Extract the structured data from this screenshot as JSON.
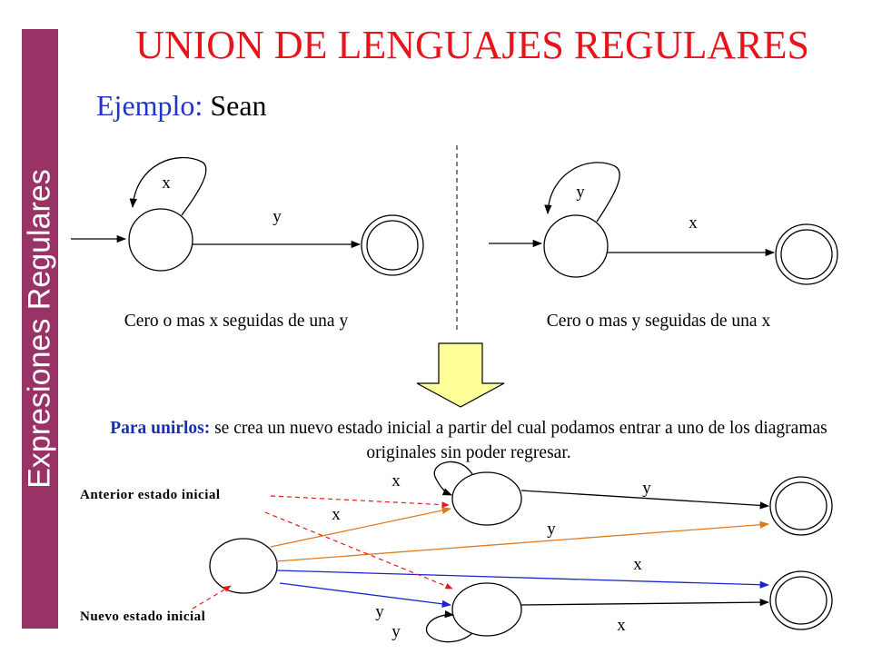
{
  "sidebar": {
    "text": "Expresiones Regulares",
    "color": "#993366"
  },
  "title": {
    "text": "UNION DE LENGUAJES REGULARES",
    "color": "#e8141c"
  },
  "subtitle": {
    "label": "Ejemplo:",
    "word": "Sean"
  },
  "automaton_left": {
    "loop_label": "x",
    "edge_label": "y",
    "caption": "Cero o mas x seguidas de una y"
  },
  "automaton_right": {
    "loop_label": "y",
    "edge_label": "x",
    "caption": "Cero o mas y seguidas de una x"
  },
  "explanation": {
    "bold": "Para unirlos:",
    "text": "se crea un nuevo estado inicial a partir del cual podamos entrar a uno de los diagramas originales sin poder regresar."
  },
  "union": {
    "label_prev_initial": "Anterior estado inicial",
    "label_new_initial": "Nuevo estado inicial",
    "top_loop_label": "x",
    "top_edge_label": "y",
    "bottom_loop_label": "y",
    "bottom_edge_label": "x",
    "new_to_top_label": "x",
    "new_to_topfinal_label": "y",
    "new_to_bottomfinal_label": "x",
    "new_to_bottom_label": "y"
  },
  "colors": {
    "orange": "#e07a1f",
    "blue": "#1a24d0",
    "red_dashed": "#e81818",
    "arrow_fill": "#ffff99"
  }
}
